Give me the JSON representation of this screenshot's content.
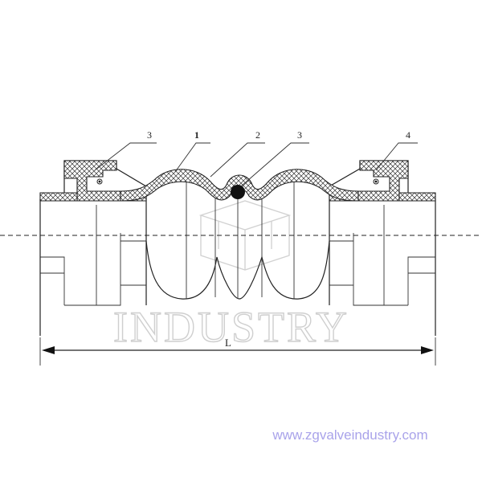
{
  "callouts": [
    {
      "id": "callout-3-left",
      "label": "3"
    },
    {
      "id": "callout-1",
      "label": "1"
    },
    {
      "id": "callout-2",
      "label": "2"
    },
    {
      "id": "callout-3-right",
      "label": "3"
    },
    {
      "id": "callout-4",
      "label": "4"
    }
  ],
  "dimension": {
    "label": "L"
  },
  "watermark": {
    "text": "INDUSTRY"
  },
  "website": {
    "url": "www.zgvalveindustry.com"
  },
  "colors": {
    "line": "#222222",
    "url": "#a9a3ea",
    "watermark": "#cfcfcf",
    "ball": "#111111"
  }
}
